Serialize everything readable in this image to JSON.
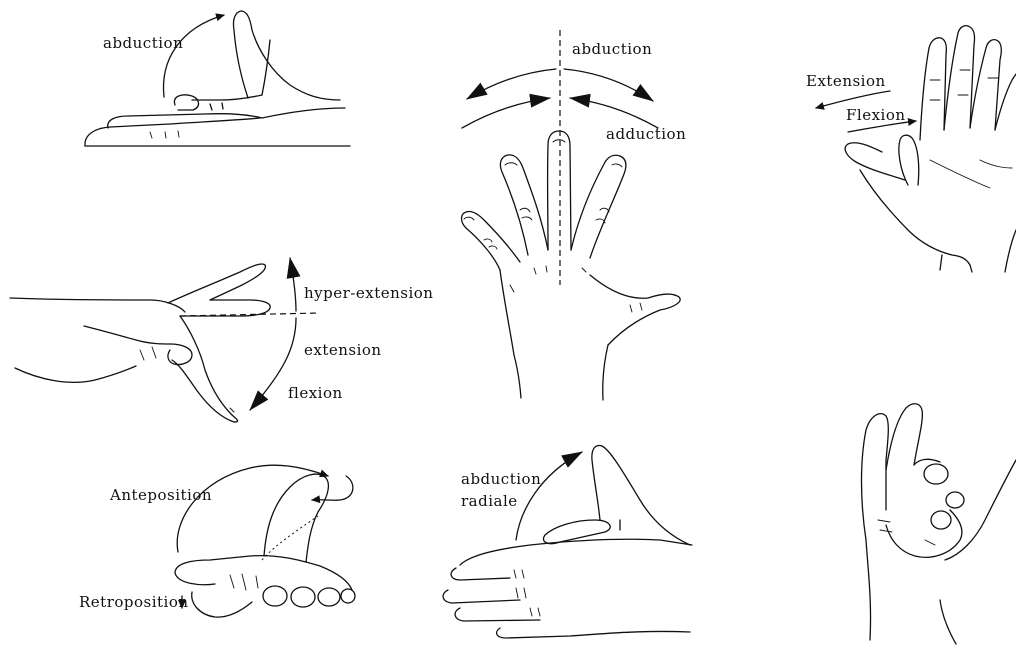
{
  "labels": {
    "top_left_abduction": "abduction",
    "center_abduction": "abduction",
    "center_adduction": "adduction",
    "right_extension": "Extension",
    "right_flexion": "Flexion",
    "hyper_extension": "hyper-extension",
    "extension": "extension",
    "flexion": "flexion",
    "anteposition": "Anteposition",
    "retroposition": "Retroposition",
    "abduction_radiale_line1": "abduction",
    "abduction_radiale_line2": "radiale"
  },
  "colors": {
    "ink": "#111111",
    "background": "#ffffff"
  }
}
